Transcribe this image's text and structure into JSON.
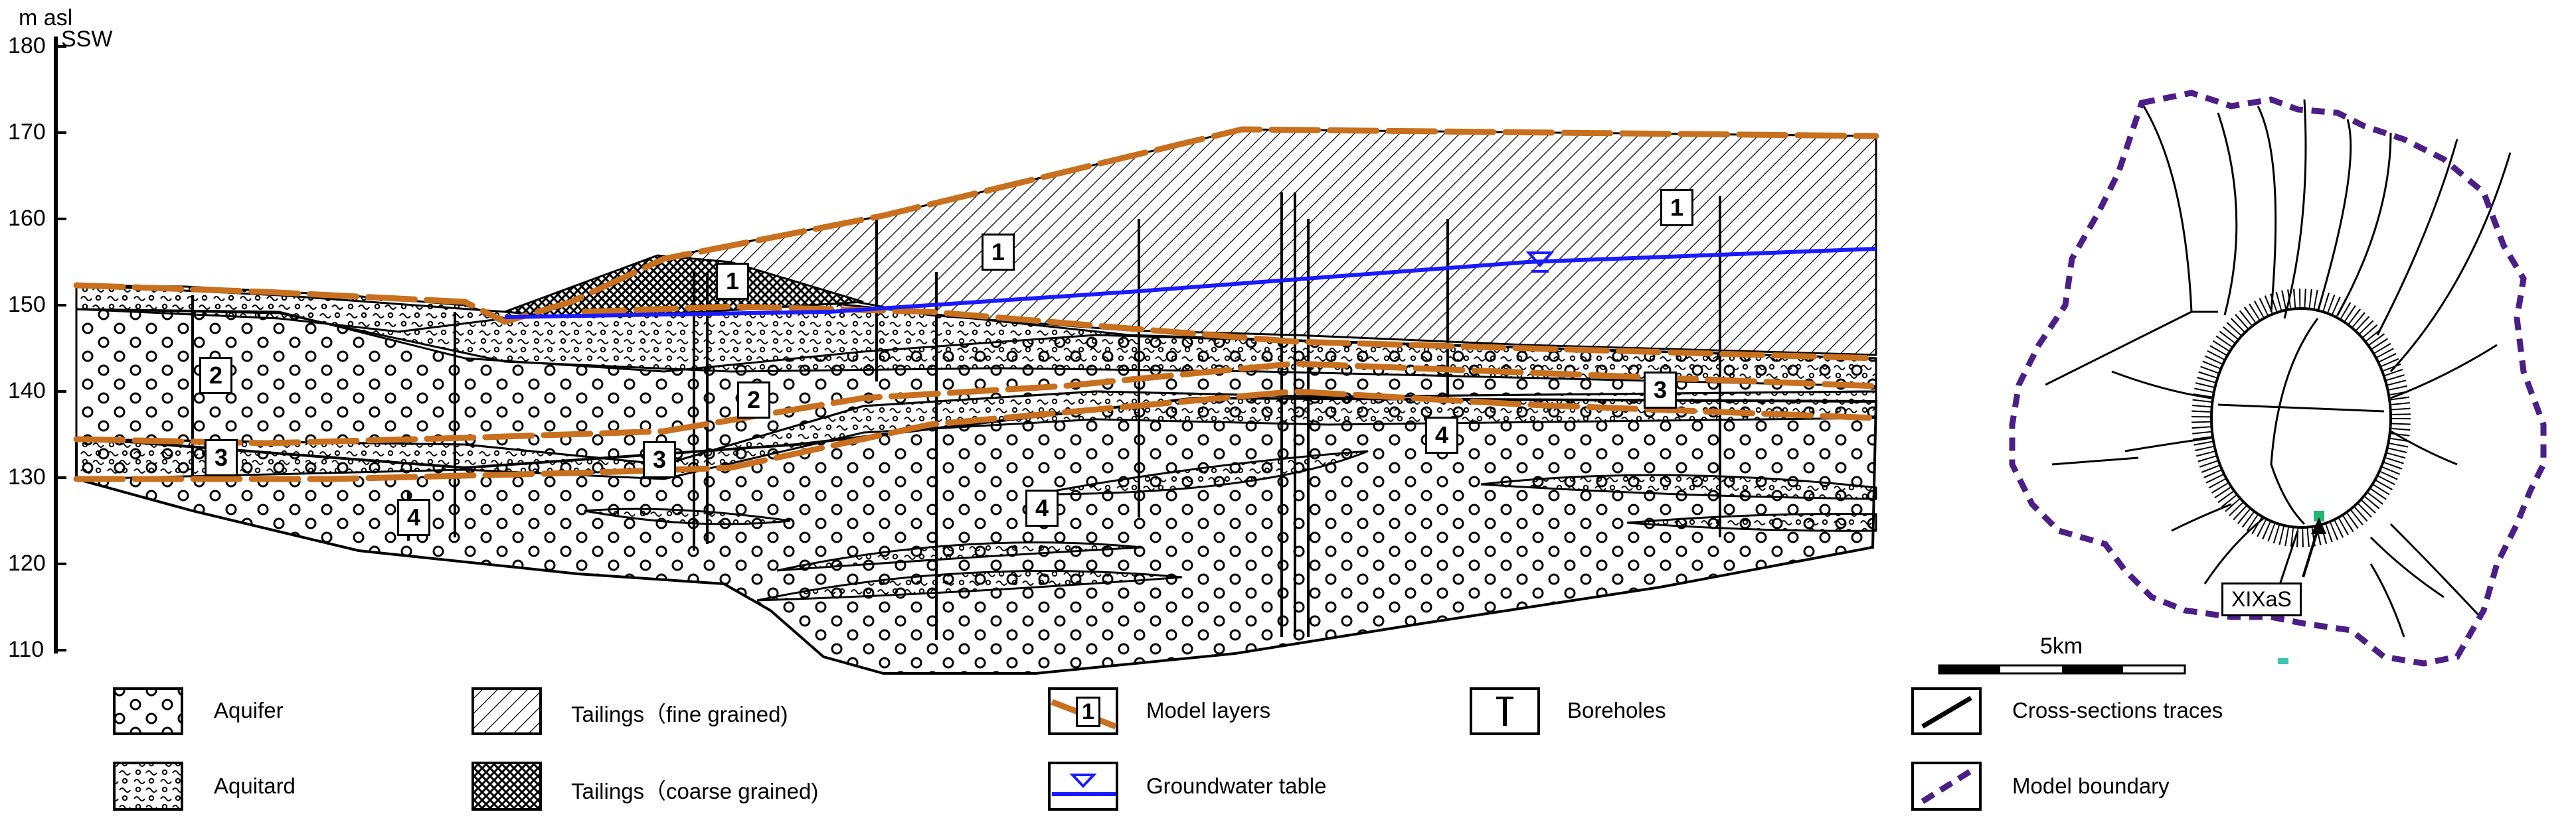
{
  "axis": {
    "unit": "m asl",
    "direction": "SSW",
    "ticks": [
      "180",
      "170",
      "160",
      "150",
      "140",
      "130",
      "120",
      "110"
    ]
  },
  "layer_labels": [
    "1",
    "1",
    "1",
    "2",
    "2",
    "3",
    "3",
    "3",
    "4",
    "4",
    "4"
  ],
  "map": {
    "callout": "XIXaS",
    "scale": "5km"
  },
  "legend": {
    "aquifer": "Aquifer",
    "aquitard": "Aquitard",
    "tailings_fine": "Tailings（fine grained)",
    "tailings_coarse": "Tailings（coarse grained)",
    "model_layers": "Model layers",
    "groundwater_table": "Groundwater table",
    "boreholes": "Boreholes",
    "cross_sections": "Cross-sections traces",
    "model_boundary": "Model boundary",
    "model_layers_symbol": "1"
  },
  "colors": {
    "model_layer": "#c8701e",
    "groundwater": "#1a1aff",
    "boundary": "#4b1f86",
    "marker": "#22b573"
  }
}
